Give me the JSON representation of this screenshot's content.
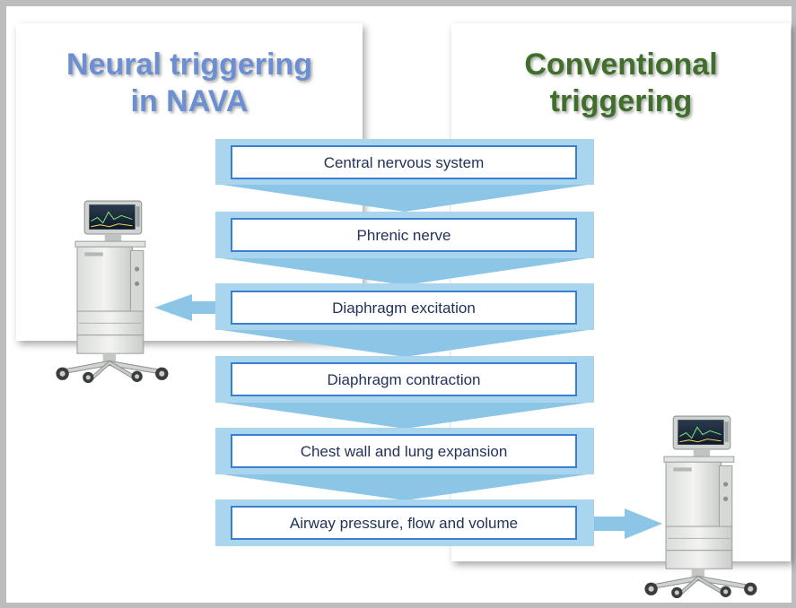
{
  "titles": {
    "neural": {
      "line1": "Neural triggering",
      "line2": "in NAVA"
    },
    "conventional": {
      "line1": "Conventional",
      "line2": "triggering"
    }
  },
  "steps": [
    "Central nervous system",
    "Phrenic nerve",
    "Diaphragm excitation",
    "Diaphragm contraction",
    "Chest wall and lung expansion",
    "Airway pressure, flow and volume"
  ],
  "colors": {
    "neural_title": "#6b8fd2",
    "conventional_title": "#3f6f2a",
    "step_outer": "#a9d6ee",
    "step_border": "#3b7fd1",
    "arrow": "#8cc6e6",
    "text": "#22325a"
  },
  "icons": [
    "ventilator-machine-icon",
    "ventilator-machine-icon"
  ]
}
